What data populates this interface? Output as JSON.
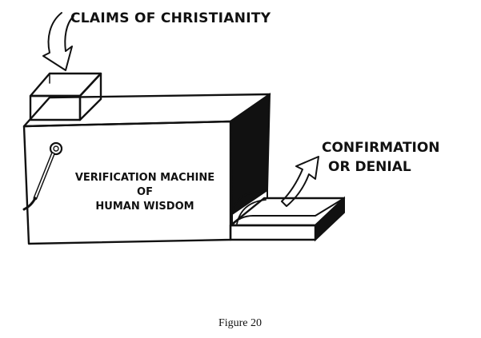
{
  "diagram": {
    "input_label": "CLAIMS OF CHRISTIANITY",
    "output_label_line1": "CONFIRMATION",
    "output_label_line2": "OR DENIAL",
    "machine_label_line1": "VERIFICATION MACHINE",
    "machine_label_line2": "OF",
    "machine_label_line3": "HUMAN WISDOM"
  },
  "caption": "Figure 20",
  "colors": {
    "ink": "#111111",
    "paper": "#ffffff"
  }
}
